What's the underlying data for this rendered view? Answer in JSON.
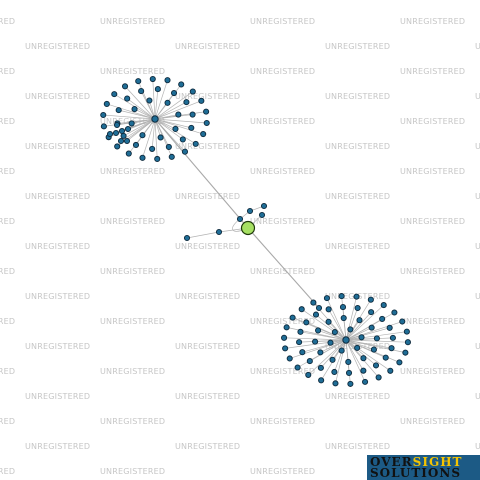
{
  "watermark_text": "UNREGISTERED",
  "colors": {
    "leaf_node": "#1f6d96",
    "center_node": "#a6e063",
    "edge": "#b3b3b3",
    "logo_background": "#1c5a85",
    "logo_word_over": "#111111",
    "logo_word_sight": "#f5c400"
  },
  "logo": {
    "word_over": "OVER",
    "word_sight": "SIGHT",
    "word_solutions": "SOLUTIONS"
  }
}
